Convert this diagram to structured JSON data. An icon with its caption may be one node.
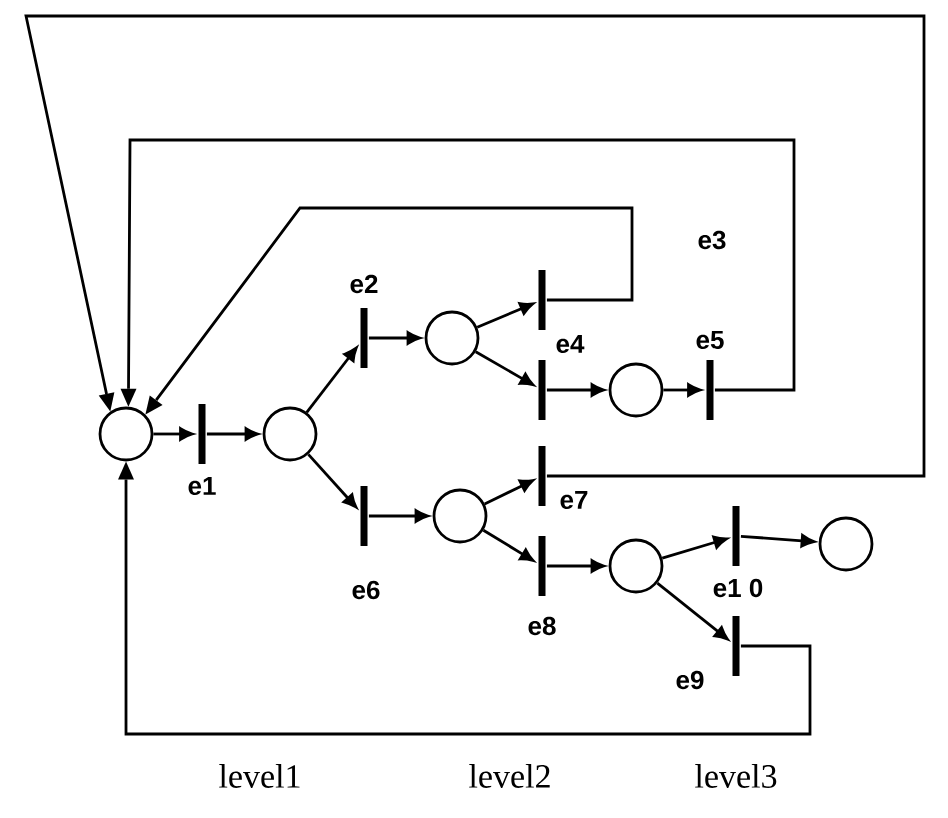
{
  "diagram": {
    "nodes": [
      {
        "text": [],
        "shape": "circle"
      },
      {
        "text": [],
        "shape": "bar",
        "beside": [
          "e1"
        ]
      },
      {
        "text": [],
        "shape": "circle"
      },
      {
        "text": [],
        "shape": "bar",
        "beside": [
          "e2"
        ]
      },
      {
        "text": [],
        "shape": "bar",
        "beside": [
          "e6"
        ]
      },
      {
        "text": [],
        "shape": "circle"
      },
      {
        "text": [],
        "shape": "circle"
      },
      {
        "text": [],
        "shape": "bar"
      },
      {
        "text": [],
        "shape": "bar",
        "beside": [
          "e4"
        ]
      },
      {
        "text": [],
        "shape": "bar",
        "beside": [
          "e7"
        ]
      },
      {
        "text": [],
        "shape": "bar",
        "beside": [
          "e8"
        ]
      },
      {
        "text": [],
        "shape": "circle"
      },
      {
        "text": [],
        "shape": "circle"
      },
      {
        "text": [],
        "shape": "bar",
        "beside": [
          "e5"
        ]
      },
      {
        "text": [],
        "shape": "bar",
        "beside": [
          "e1 0"
        ]
      },
      {
        "text": [],
        "shape": "bar",
        "beside": [
          "e9"
        ]
      },
      {
        "text": [],
        "shape": "circle"
      }
    ],
    "edges": [
      {
        "from": 0,
        "to": 1,
        "arrow": "to"
      },
      {
        "from": 1,
        "to": 2,
        "arrow": "to"
      },
      {
        "from": 2,
        "to": 3,
        "arrow": "to"
      },
      {
        "from": 2,
        "to": 4,
        "arrow": "to"
      },
      {
        "from": 3,
        "to": 5,
        "arrow": "to"
      },
      {
        "from": 4,
        "to": 6,
        "arrow": "to"
      },
      {
        "from": 5,
        "to": 7,
        "arrow": "to"
      },
      {
        "from": 5,
        "to": 8,
        "arrow": "to"
      },
      {
        "from": 6,
        "to": 9,
        "arrow": "to"
      },
      {
        "from": 6,
        "to": 10,
        "arrow": "to"
      },
      {
        "from": 8,
        "to": 11,
        "arrow": "to"
      },
      {
        "from": 10,
        "to": 12,
        "arrow": "to"
      },
      {
        "from": 11,
        "to": 13,
        "arrow": "to"
      },
      {
        "from": 12,
        "to": 14,
        "arrow": "to"
      },
      {
        "from": 12,
        "to": 15,
        "arrow": "to"
      },
      {
        "from": 14,
        "to": 16,
        "arrow": "to"
      },
      {
        "from": 7,
        "to": 0,
        "arrow": "to"
      },
      {
        "from": 13,
        "to": 0,
        "arrow": "to"
      },
      {
        "from": 9,
        "to": 0,
        "arrow": "to"
      },
      {
        "from": 15,
        "to": 0,
        "arrow": "to"
      }
    ],
    "labels": [
      "e3",
      "level1",
      "level2",
      "level3"
    ]
  }
}
